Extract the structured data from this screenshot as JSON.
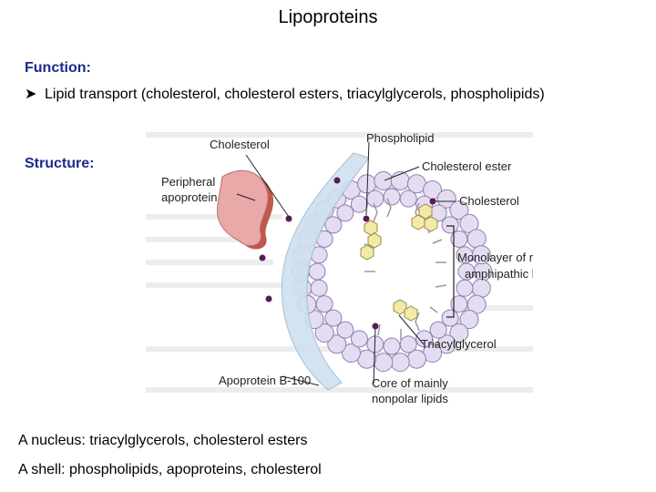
{
  "title": "Lipoproteins",
  "function": {
    "label": "Function:",
    "bullet_icon": "arrow-bullet-icon",
    "text": "Lipid transport (cholesterol, cholesterol esters, triacylglycerols, phospholipids)"
  },
  "structure": {
    "label": "Structure:"
  },
  "figure": {
    "labels": {
      "cholesterol_top": "Cholesterol",
      "phospholipid": "Phospholipid",
      "peripheral_1": "Peripheral",
      "peripheral_2": "apoprotein",
      "cholesterol_ester": "Cholesterol ester",
      "cholesterol_right": "Cholesterol",
      "monolayer_1": "Monolayer of mainly",
      "monolayer_2": "amphipathic lipids",
      "triacylglycerol": "Triacylglycerol",
      "apoprotein_b100": "Apoprotein B-100",
      "core_1": "Core of mainly",
      "core_2": "nonpolar lipids"
    },
    "colors": {
      "phospholipid_heads": "#e4ddf1",
      "apoprotein_b100": "#cfe1ef",
      "peripheral_apoprotein": "#e9a9a9",
      "cholesterol_dots": "#5a1a5a",
      "triacylglycerol": "#f3e9a8"
    }
  },
  "nucleus": "A nucleus: triacylglycerols, cholesterol esters",
  "shell": "A shell: phospholipids, apoproteins, cholesterol"
}
